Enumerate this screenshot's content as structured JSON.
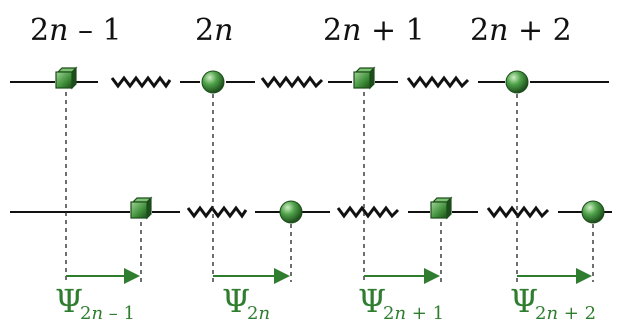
{
  "diagram": {
    "top_labels": [
      {
        "pre": "2",
        "var": "n",
        "post": " – 1"
      },
      {
        "pre": "2",
        "var": "n",
        "post": ""
      },
      {
        "pre": "2",
        "var": "n",
        "post": " + 1"
      },
      {
        "pre": "2",
        "var": "n",
        "post": " + 2"
      }
    ],
    "displacement_labels": [
      {
        "symbol": "Ψ",
        "sub_pre": "2",
        "sub_var": "n",
        "sub_post": " – 1"
      },
      {
        "symbol": "Ψ",
        "sub_pre": "2",
        "sub_var": "n",
        "sub_post": ""
      },
      {
        "symbol": "Ψ",
        "sub_pre": "2",
        "sub_var": "n",
        "sub_post": " + 1"
      },
      {
        "symbol": "Ψ",
        "sub_pre": "2",
        "sub_var": "n",
        "sub_post": " + 2"
      }
    ],
    "colors": {
      "mass": "#3f8f3a",
      "mass_dark": "#1d4d1b",
      "line": "#111111",
      "arrow": "#2f7d2f"
    },
    "particle_types": [
      "cube",
      "sphere",
      "cube",
      "sphere"
    ]
  }
}
